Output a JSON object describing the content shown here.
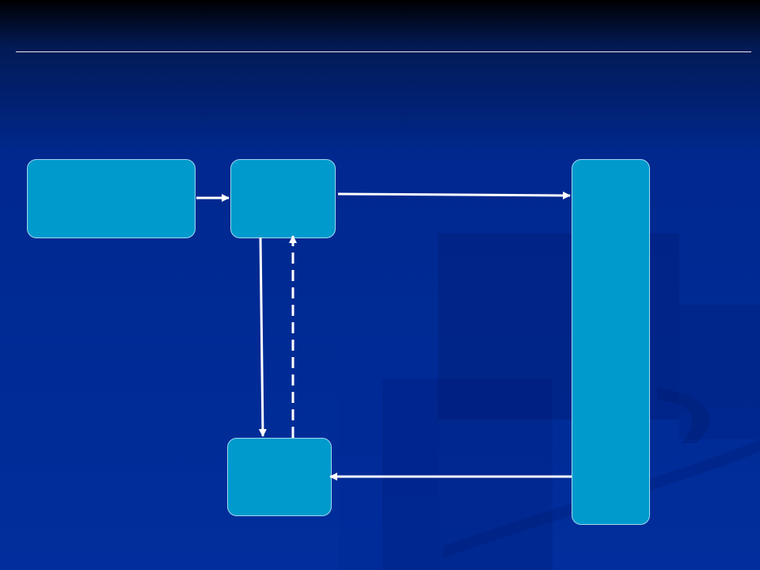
{
  "slide": {
    "title": "",
    "colors": {
      "background_top": "#000000",
      "background_main": "#002e9c",
      "node_fill": "#009acd",
      "node_border": "#9fd8ee",
      "connector": "#ffffff",
      "rule": "#e8ecf4"
    }
  },
  "diagram": {
    "nodes": [
      {
        "id": "a",
        "label": ""
      },
      {
        "id": "b",
        "label": ""
      },
      {
        "id": "c",
        "label": ""
      },
      {
        "id": "d",
        "label": ""
      }
    ],
    "edges": [
      {
        "from": "a",
        "to": "b",
        "style": "solid"
      },
      {
        "from": "b",
        "to": "c",
        "style": "solid"
      },
      {
        "from": "b",
        "to": "d",
        "style": "solid"
      },
      {
        "from": "d",
        "to": "b",
        "style": "dashed"
      },
      {
        "from": "c",
        "to": "d",
        "style": "solid"
      }
    ]
  }
}
